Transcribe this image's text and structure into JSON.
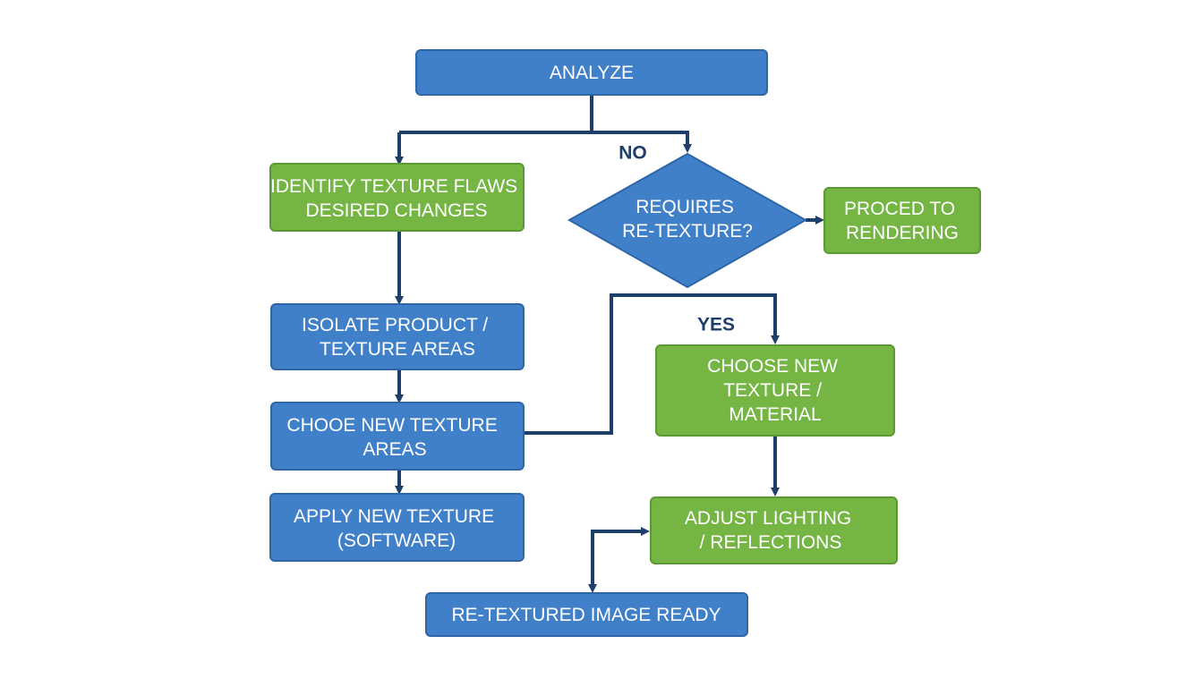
{
  "colors": {
    "blue_fill": "#3f80c8",
    "blue_stroke": "#2e66a8",
    "green_fill": "#74b544",
    "green_stroke": "#5a9a30",
    "connector": "#1f3f6b",
    "label_text": "#1f3f6b",
    "node_text": "#ffffff"
  },
  "nodes": {
    "analyze": {
      "lines": [
        "ANALYZE"
      ]
    },
    "identify": {
      "lines": [
        "IDENTIFY TEXTURE FLAWS",
        "DESIRED CHANGES"
      ]
    },
    "isolate": {
      "lines": [
        "ISOLATE PRODUCT /",
        "TEXTURE AREAS"
      ]
    },
    "choose_areas": {
      "lines": [
        "CHOOE NEW TEXTURE",
        "AREAS"
      ]
    },
    "apply": {
      "lines": [
        "APPLY NEW TEXTURE",
        "(SOFTWARE)"
      ]
    },
    "decision": {
      "lines": [
        "REQUIRES",
        "RE-TEXTURE?"
      ]
    },
    "rendering": {
      "lines": [
        "PROCED TO",
        "RENDERING"
      ]
    },
    "choose_material": {
      "lines": [
        "CHOOSE NEW",
        "TEXTURE /",
        "MATERIAL"
      ]
    },
    "adjust": {
      "lines": [
        "ADJUST LIGHTING",
        "/ REFLECTIONS"
      ]
    },
    "ready": {
      "lines": [
        "RE-TEXTURED IMAGE READY"
      ]
    }
  },
  "edge_labels": {
    "no": "NO",
    "yes": "YES"
  }
}
